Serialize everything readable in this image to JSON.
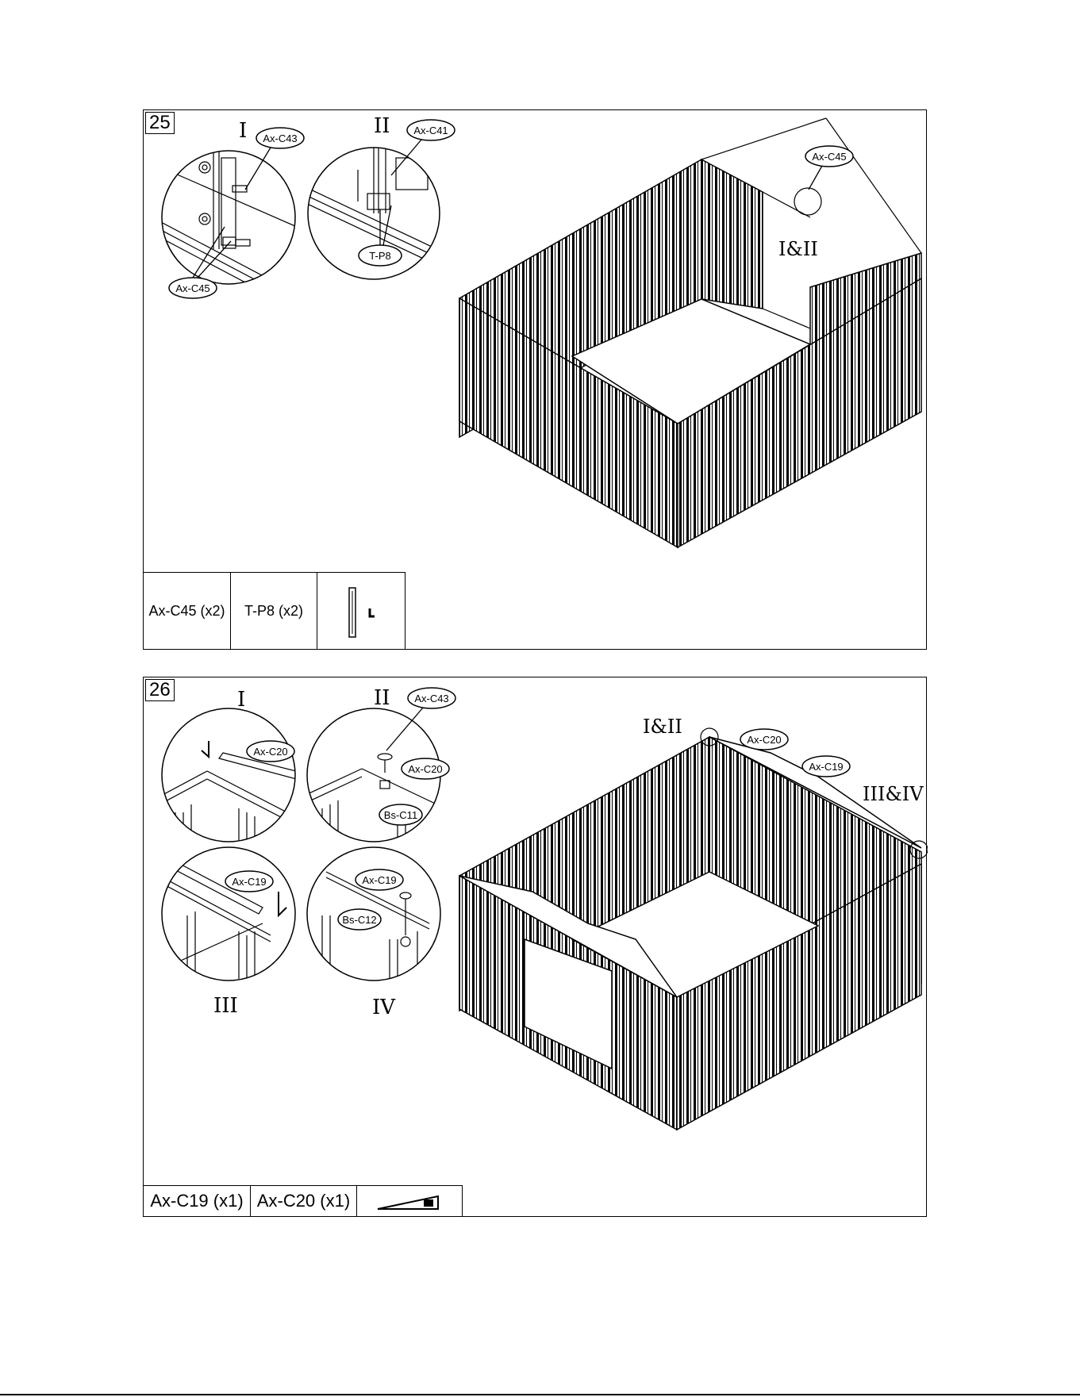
{
  "steps": [
    {
      "number": "25",
      "detail_labels": [
        "I",
        "II"
      ],
      "callouts": {
        "detail_I_top": "Ax-C43",
        "detail_I_bottom": "Ax-C45",
        "detail_II_top": "Ax-C41",
        "detail_II_bottom": "T-P8",
        "main": "Ax-C45",
        "main_ref": "I&II"
      },
      "parts": [
        "Ax-C45 (x2)",
        "T-P8 (x2)"
      ]
    },
    {
      "number": "26",
      "detail_labels": [
        "I",
        "II",
        "III",
        "IV"
      ],
      "callouts": {
        "detail_I": "Ax-C20",
        "detail_II_top": "Ax-C43",
        "detail_II_mid": "Ax-C20",
        "detail_II_bottom": "Bs-C11",
        "detail_III": "Ax-C19",
        "detail_IV_top": "Ax-C19",
        "detail_IV_mid": "Bs-C12",
        "main_ref_1": "I&II",
        "main_c20": "Ax-C20",
        "main_c19": "Ax-C19",
        "main_ref_2": "III&IV"
      },
      "parts": [
        "Ax-C19 (x1)",
        "Ax-C20 (x1)"
      ]
    }
  ]
}
